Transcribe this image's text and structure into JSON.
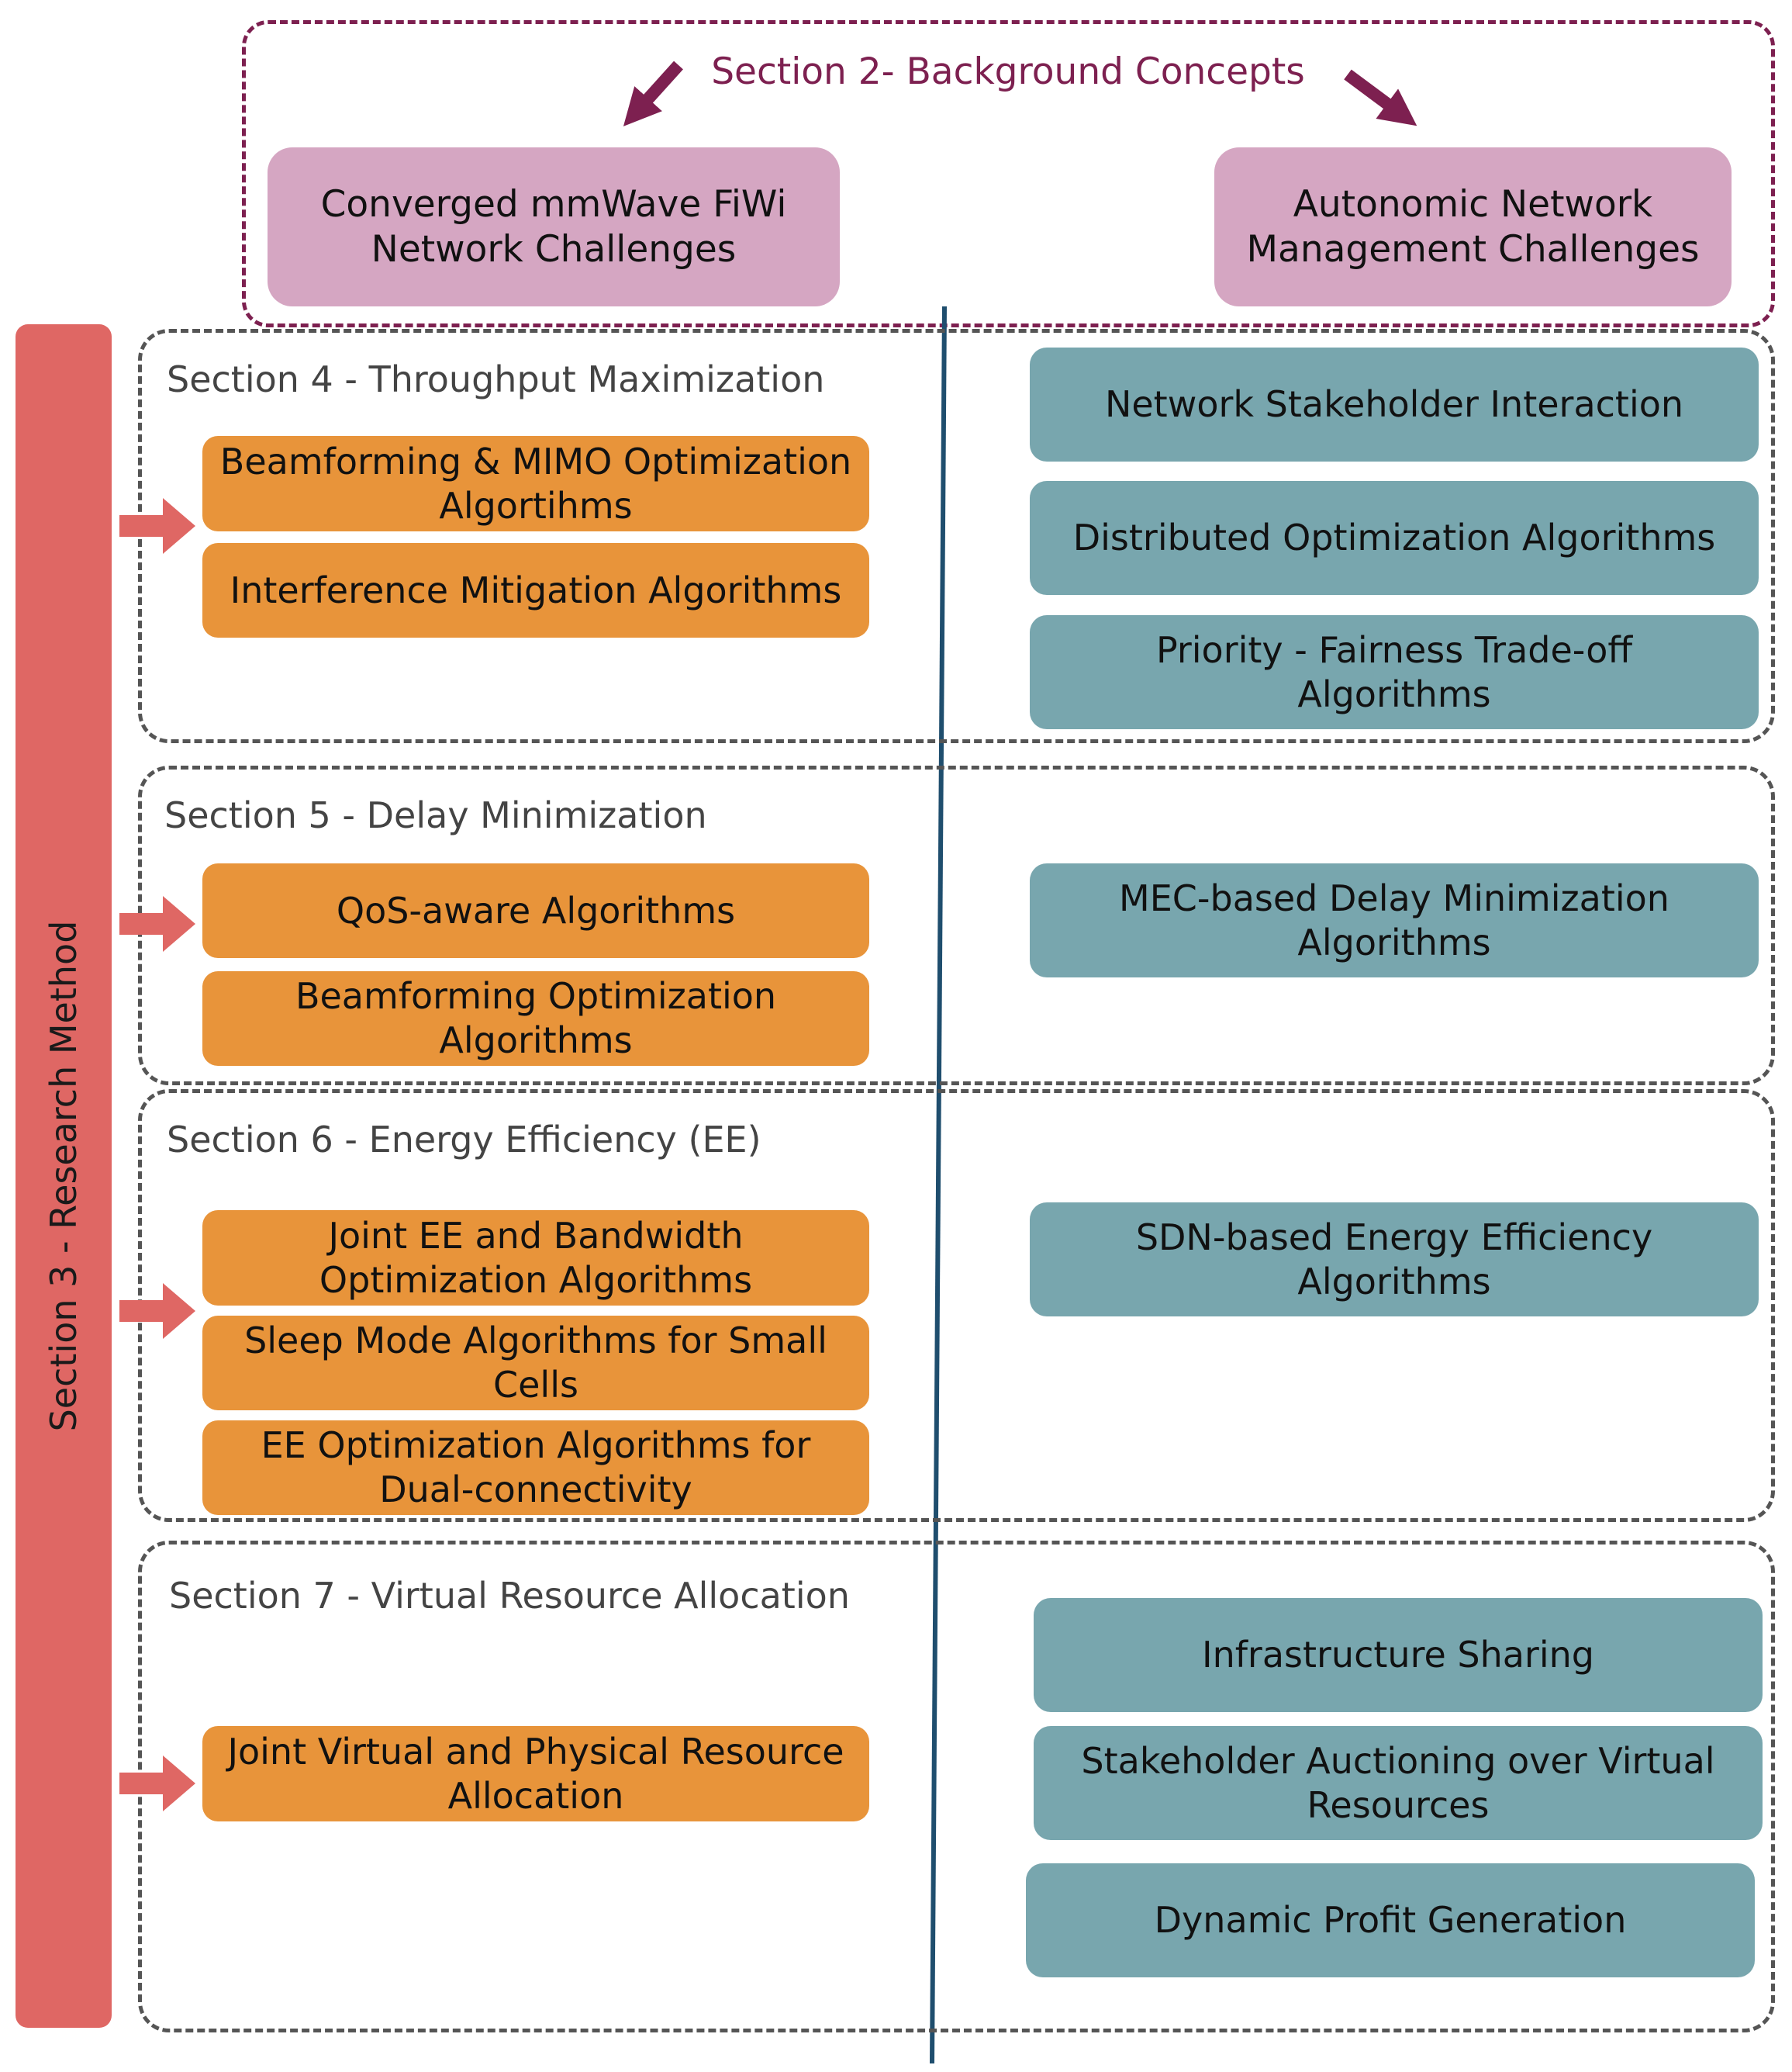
{
  "background": {
    "title": "Section 2- Background Concepts",
    "left_box": "Converged mmWave FiWi\nNetwork Challenges",
    "right_box": "Autonomic Network\nManagement Challenges"
  },
  "research_method": {
    "label": "Section 3 - Research Method"
  },
  "sections": [
    {
      "title": "Section 4 - Throughput Maximization",
      "left": [
        "Beamforming & MIMO Optimization\nAlgortihms",
        "Interference Mitigation Algorithms"
      ],
      "right": [
        "Network Stakeholder Interaction",
        "Distributed Optimization Algorithms",
        "Priority  - Fairness Trade-off\nAlgorithms"
      ]
    },
    {
      "title": "Section 5 - Delay Minimization",
      "left": [
        "QoS-aware Algorithms",
        "Beamforming Optimization\nAlgorithms"
      ],
      "right": [
        "MEC-based Delay Minimization\nAlgorithms"
      ]
    },
    {
      "title": "Section 6 - Energy Efficiency (EE)",
      "left": [
        "Joint EE and Bandwidth\nOptimization Algorithms",
        "Sleep Mode Algorithms for Small\nCells",
        "EE Optimization Algorithms for\nDual-connectivity"
      ],
      "right": [
        "SDN-based Energy Efficiency\nAlgorithms"
      ]
    },
    {
      "title": "Section 7 - Virtual Resource Allocation",
      "left": [
        "Joint Virtual and Physical Resource\nAllocation"
      ],
      "right": [
        "Infrastructure Sharing",
        "Stakeholder Auctioning over Virtual\nResources",
        "Dynamic Profit Generation"
      ]
    }
  ],
  "colors": {
    "background_accent": "#7d2050",
    "pink_box": "#d5a6c2",
    "orange_box": "#e8943a",
    "teal_box": "#78a6ae",
    "research_bar": "#df6764",
    "divider": "#1f4e6e"
  }
}
